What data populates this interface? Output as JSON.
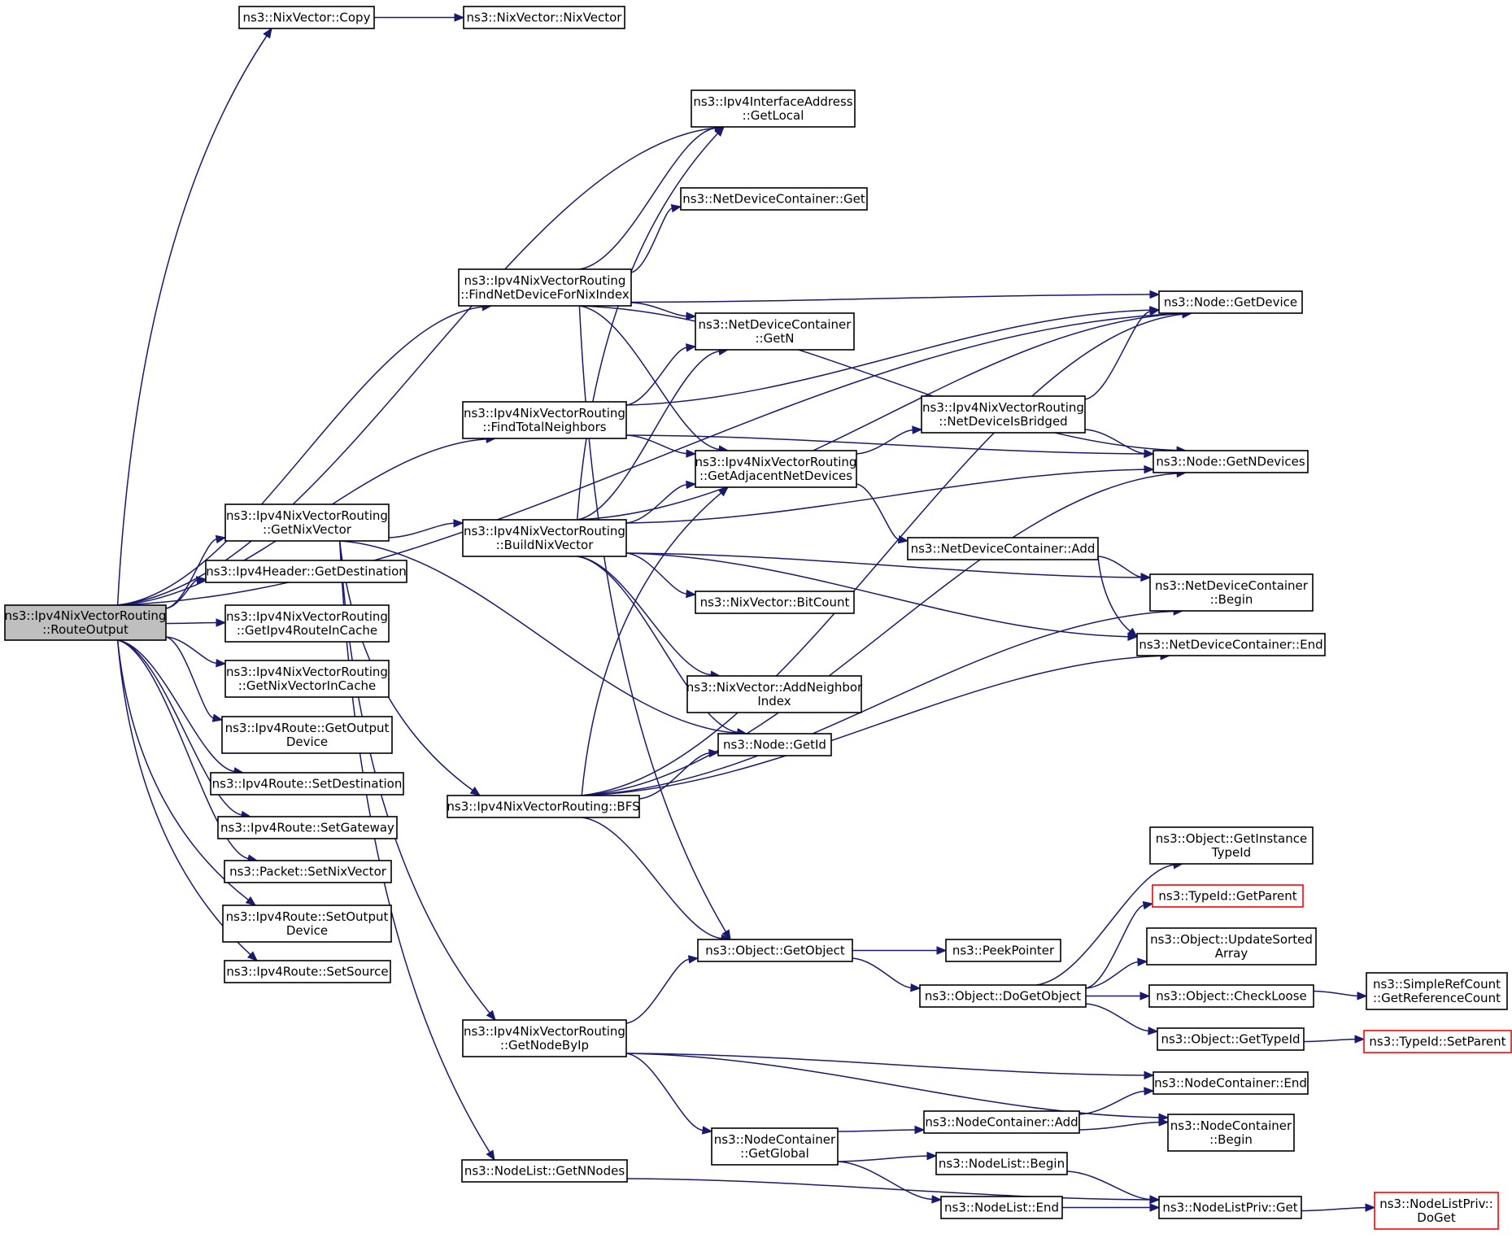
{
  "graph": {
    "colors": {
      "edge": "#191970",
      "root_fill": "#bfbfbf",
      "node_border": "#000000",
      "external_border": "#ff0000"
    },
    "nodes": [
      {
        "id": "routeoutput",
        "lines": [
          "ns3::Ipv4NixVectorRouting",
          "::RouteOutput"
        ],
        "root": true
      },
      {
        "id": "nixcopy",
        "lines": [
          "ns3::NixVector::Copy"
        ]
      },
      {
        "id": "nixvector",
        "lines": [
          "ns3::NixVector::NixVector"
        ]
      },
      {
        "id": "getlocal",
        "lines": [
          "ns3::Ipv4InterfaceAddress",
          "::GetLocal"
        ]
      },
      {
        "id": "ndcget",
        "lines": [
          "ns3::NetDeviceContainer::Get"
        ]
      },
      {
        "id": "findnetdev",
        "lines": [
          "ns3::Ipv4NixVectorRouting",
          "::FindNetDeviceForNixIndex"
        ]
      },
      {
        "id": "getdevice",
        "lines": [
          "ns3::Node::GetDevice"
        ]
      },
      {
        "id": "ndcgetn",
        "lines": [
          "ns3::NetDeviceContainer",
          "::GetN"
        ]
      },
      {
        "id": "bridged",
        "lines": [
          "ns3::Ipv4NixVectorRouting",
          "::NetDeviceIsBridged"
        ]
      },
      {
        "id": "findtotal",
        "lines": [
          "ns3::Ipv4NixVectorRouting",
          "::FindTotalNeighbors"
        ]
      },
      {
        "id": "getndevices",
        "lines": [
          "ns3::Node::GetNDevices"
        ]
      },
      {
        "id": "getadjacent",
        "lines": [
          "ns3::Ipv4NixVectorRouting",
          "::GetAdjacentNetDevices"
        ]
      },
      {
        "id": "getnixvector",
        "lines": [
          "ns3::Ipv4NixVectorRouting",
          "::GetNixVector"
        ]
      },
      {
        "id": "buildnix",
        "lines": [
          "ns3::Ipv4NixVectorRouting",
          "::BuildNixVector"
        ]
      },
      {
        "id": "ndcadd",
        "lines": [
          "ns3::NetDeviceContainer::Add"
        ]
      },
      {
        "id": "getdest",
        "lines": [
          "ns3::Ipv4Header::GetDestination"
        ]
      },
      {
        "id": "ndcbegin",
        "lines": [
          "ns3::NetDeviceContainer",
          "::Begin"
        ]
      },
      {
        "id": "bitcount",
        "lines": [
          "ns3::NixVector::BitCount"
        ]
      },
      {
        "id": "routecache",
        "lines": [
          "ns3::Ipv4NixVectorRouting",
          "::GetIpv4RouteInCache"
        ]
      },
      {
        "id": "ndcend",
        "lines": [
          "ns3::NetDeviceContainer::End"
        ]
      },
      {
        "id": "nixcache",
        "lines": [
          "ns3::Ipv4NixVectorRouting",
          "::GetNixVectorInCache"
        ]
      },
      {
        "id": "addneighbor",
        "lines": [
          "ns3::NixVector::AddNeighbor",
          "Index"
        ]
      },
      {
        "id": "getoutput",
        "lines": [
          "ns3::Ipv4Route::GetOutput",
          "Device"
        ]
      },
      {
        "id": "getid",
        "lines": [
          "ns3::Node::GetId"
        ]
      },
      {
        "id": "setdest",
        "lines": [
          "ns3::Ipv4Route::SetDestination"
        ]
      },
      {
        "id": "bfs",
        "lines": [
          "ns3::Ipv4NixVectorRouting::BFS"
        ]
      },
      {
        "id": "setgateway",
        "lines": [
          "ns3::Ipv4Route::SetGateway"
        ]
      },
      {
        "id": "instancetypeid",
        "lines": [
          "ns3::Object::GetInstance",
          "TypeId"
        ]
      },
      {
        "id": "setnixvector",
        "lines": [
          "ns3::Packet::SetNixVector"
        ]
      },
      {
        "id": "getparent",
        "lines": [
          "ns3::TypeId::GetParent"
        ],
        "external": true
      },
      {
        "id": "setoutput",
        "lines": [
          "ns3::Ipv4Route::SetOutput",
          "Device"
        ]
      },
      {
        "id": "updatesorted",
        "lines": [
          "ns3::Object::UpdateSorted",
          "Array"
        ]
      },
      {
        "id": "getobject",
        "lines": [
          "ns3::Object::GetObject"
        ]
      },
      {
        "id": "peekpointer",
        "lines": [
          "ns3::PeekPointer"
        ]
      },
      {
        "id": "setsource",
        "lines": [
          "ns3::Ipv4Route::SetSource"
        ]
      },
      {
        "id": "dogetobject",
        "lines": [
          "ns3::Object::DoGetObject"
        ]
      },
      {
        "id": "checkloose",
        "lines": [
          "ns3::Object::CheckLoose"
        ]
      },
      {
        "id": "refcount",
        "lines": [
          "ns3::SimpleRefCount",
          "::GetReferenceCount"
        ]
      },
      {
        "id": "gettypeid",
        "lines": [
          "ns3::Object::GetTypeId"
        ]
      },
      {
        "id": "setparent",
        "lines": [
          "ns3::TypeId::SetParent"
        ],
        "external": true
      },
      {
        "id": "getnodebyip",
        "lines": [
          "ns3::Ipv4NixVectorRouting",
          "::GetNodeByIp"
        ]
      },
      {
        "id": "ncend",
        "lines": [
          "ns3::NodeContainer::End"
        ]
      },
      {
        "id": "ncadd",
        "lines": [
          "ns3::NodeContainer::Add"
        ]
      },
      {
        "id": "ncbegin",
        "lines": [
          "ns3::NodeContainer",
          "::Begin"
        ]
      },
      {
        "id": "ncglobal",
        "lines": [
          "ns3::NodeContainer",
          "::GetGlobal"
        ]
      },
      {
        "id": "nlbegin",
        "lines": [
          "ns3::NodeList::Begin"
        ]
      },
      {
        "id": "getnnodes",
        "lines": [
          "ns3::NodeList::GetNNodes"
        ]
      },
      {
        "id": "nlend",
        "lines": [
          "ns3::NodeList::End"
        ]
      },
      {
        "id": "nlprivget",
        "lines": [
          "ns3::NodeListPriv::Get"
        ]
      },
      {
        "id": "nlprivdoget",
        "lines": [
          "ns3::NodeListPriv::",
          "DoGet"
        ],
        "external": true
      }
    ],
    "edges": [
      [
        "routeoutput",
        "nixcopy"
      ],
      [
        "routeoutput",
        "getdevice"
      ],
      [
        "routeoutput",
        "getlocal"
      ],
      [
        "routeoutput",
        "findnetdev"
      ],
      [
        "routeoutput",
        "findtotal"
      ],
      [
        "routeoutput",
        "getnixvector"
      ],
      [
        "routeoutput",
        "getdest"
      ],
      [
        "routeoutput",
        "routecache"
      ],
      [
        "routeoutput",
        "nixcache"
      ],
      [
        "routeoutput",
        "getoutput"
      ],
      [
        "routeoutput",
        "setdest"
      ],
      [
        "routeoutput",
        "setgateway"
      ],
      [
        "routeoutput",
        "setnixvector"
      ],
      [
        "routeoutput",
        "setoutput"
      ],
      [
        "routeoutput",
        "setsource"
      ],
      [
        "nixcopy",
        "nixvector"
      ],
      [
        "findnetdev",
        "getlocal"
      ],
      [
        "findnetdev",
        "ndcget"
      ],
      [
        "findnetdev",
        "getdevice"
      ],
      [
        "findnetdev",
        "ndcgetn"
      ],
      [
        "findnetdev",
        "getndevices"
      ],
      [
        "findnetdev",
        "getadjacent"
      ],
      [
        "findnetdev",
        "getobject"
      ],
      [
        "findtotal",
        "getdevice"
      ],
      [
        "findtotal",
        "ndcgetn"
      ],
      [
        "findtotal",
        "getndevices"
      ],
      [
        "findtotal",
        "getadjacent"
      ],
      [
        "getnixvector",
        "buildnix"
      ],
      [
        "getnixvector",
        "getid"
      ],
      [
        "getnixvector",
        "bfs"
      ],
      [
        "getnixvector",
        "getnodebyip"
      ],
      [
        "getnixvector",
        "getnnodes"
      ],
      [
        "buildnix",
        "getlocal"
      ],
      [
        "buildnix",
        "ndcgetn"
      ],
      [
        "buildnix",
        "getdevice"
      ],
      [
        "buildnix",
        "getadjacent"
      ],
      [
        "buildnix",
        "getndevices"
      ],
      [
        "buildnix",
        "ndcbegin"
      ],
      [
        "buildnix",
        "bitcount"
      ],
      [
        "buildnix",
        "ndcend"
      ],
      [
        "buildnix",
        "addneighbor"
      ],
      [
        "buildnix",
        "getid"
      ],
      [
        "getadjacent",
        "bridged"
      ],
      [
        "getadjacent",
        "ndcadd"
      ],
      [
        "bridged",
        "getdevice"
      ],
      [
        "bridged",
        "getndevices"
      ],
      [
        "ndcadd",
        "ndcbegin"
      ],
      [
        "ndcadd",
        "ndcend"
      ],
      [
        "bfs",
        "getadjacent"
      ],
      [
        "bfs",
        "getid"
      ],
      [
        "bfs",
        "getdevice"
      ],
      [
        "bfs",
        "ndcbegin"
      ],
      [
        "bfs",
        "getndevices"
      ],
      [
        "bfs",
        "ndcend"
      ],
      [
        "bfs",
        "getobject"
      ],
      [
        "getobject",
        "peekpointer"
      ],
      [
        "getobject",
        "dogetobject"
      ],
      [
        "dogetobject",
        "instancetypeid"
      ],
      [
        "dogetobject",
        "getparent"
      ],
      [
        "dogetobject",
        "updatesorted"
      ],
      [
        "dogetobject",
        "checkloose"
      ],
      [
        "dogetobject",
        "gettypeid"
      ],
      [
        "checkloose",
        "refcount"
      ],
      [
        "gettypeid",
        "setparent"
      ],
      [
        "getnodebyip",
        "getobject"
      ],
      [
        "getnodebyip",
        "ncend"
      ],
      [
        "getnodebyip",
        "ncbegin"
      ],
      [
        "getnodebyip",
        "ncglobal"
      ],
      [
        "ncglobal",
        "ncadd"
      ],
      [
        "ncglobal",
        "nlbegin"
      ],
      [
        "ncglobal",
        "nlend"
      ],
      [
        "ncadd",
        "ncend"
      ],
      [
        "ncadd",
        "ncbegin"
      ],
      [
        "nlbegin",
        "nlprivget"
      ],
      [
        "nlend",
        "nlprivget"
      ],
      [
        "getnnodes",
        "nlprivget"
      ],
      [
        "nlprivget",
        "nlprivdoget"
      ]
    ]
  }
}
